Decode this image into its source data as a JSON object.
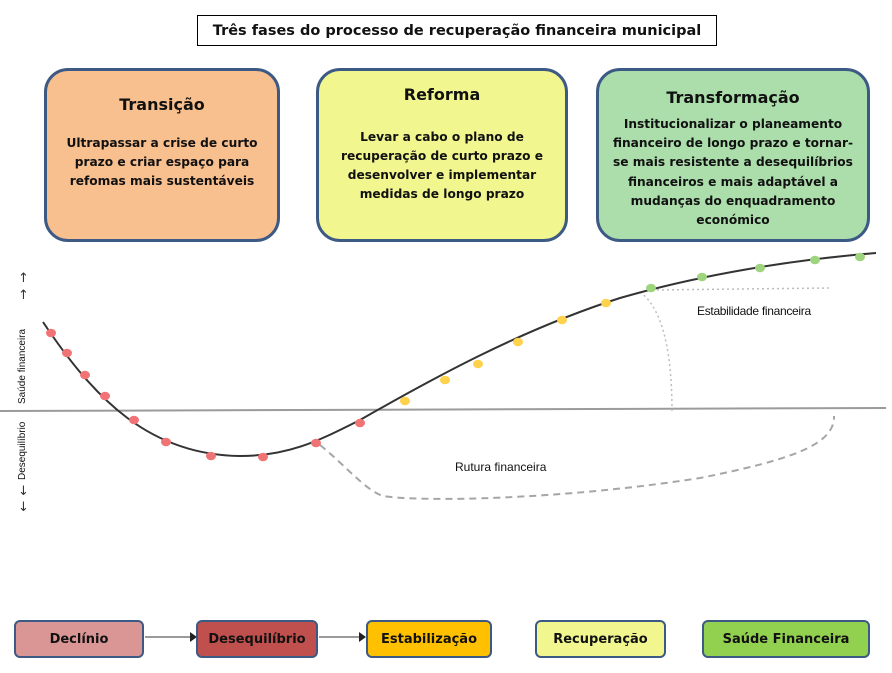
{
  "title": "Três fases do processo de recuperação financeira municipal",
  "phases": [
    {
      "title": "Transição",
      "description": "Ultrapassar a crise de curto prazo e criar espaço para refomas mais sustentáveis",
      "color": "#f8bf8f"
    },
    {
      "title": "Reforma",
      "description": "Levar a cabo o plano de recuperação de curto prazo e desenvolver e implementar medidas de longo prazo",
      "color": "#f1f68f"
    },
    {
      "title": "Transformação",
      "description": "Institucionalizar o planeamento financeiro de longo prazo e tornar-se mais resistente a desequilíbrios financeiros e mais adaptável a mudanças do enquadramento económico",
      "color": "#acdeac"
    }
  ],
  "axis": {
    "upper_label": "Saúde financeira",
    "lower_label": "Desequilíbrio",
    "up_arrow": "↑",
    "down_arrow": "↓"
  },
  "annotations": {
    "stability": "Estabilidade financeira",
    "rupture": "Rutura financeira"
  },
  "stages": [
    {
      "label": "Declínio",
      "color": "#da9694"
    },
    {
      "label": "Desequilíbrio",
      "color": "#c0504d"
    },
    {
      "label": "Estabilização",
      "color": "#ffc000"
    },
    {
      "label": "Recuperação",
      "color": "#f1f68f"
    },
    {
      "label": "Saúde Financeira",
      "color": "#92d050"
    }
  ],
  "dot_colors": {
    "red": "#f07475",
    "yellow": "#ffd24d",
    "green": "#9fd47f"
  }
}
